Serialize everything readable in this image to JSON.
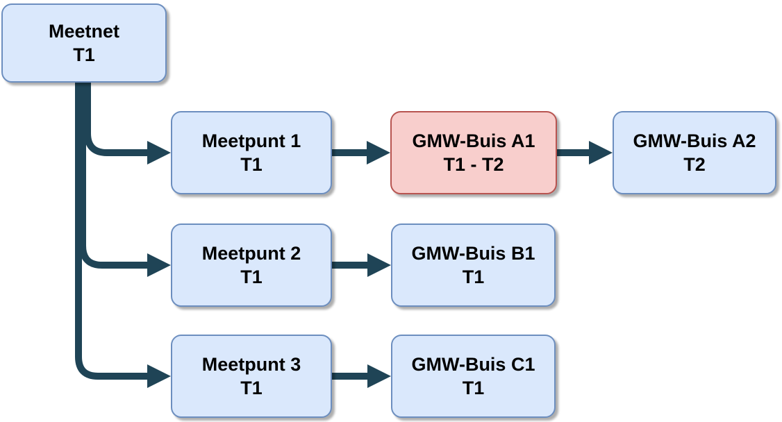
{
  "diagram": {
    "nodes": [
      {
        "id": "meetnet",
        "label": "Meetnet",
        "sublabel": "T1",
        "style": "blue"
      },
      {
        "id": "meetpunt-1",
        "label": "Meetpunt 1",
        "sublabel": "T1",
        "style": "blue"
      },
      {
        "id": "gmw-buis-a1",
        "label": "GMW-Buis A1",
        "sublabel": "T1 - T2",
        "style": "red"
      },
      {
        "id": "gmw-buis-a2",
        "label": "GMW-Buis A2",
        "sublabel": "T2",
        "style": "blue"
      },
      {
        "id": "meetpunt-2",
        "label": "Meetpunt 2",
        "sublabel": "T1",
        "style": "blue"
      },
      {
        "id": "gmw-buis-b1",
        "label": "GMW-Buis B1",
        "sublabel": "T1",
        "style": "blue"
      },
      {
        "id": "meetpunt-3",
        "label": "Meetpunt 3",
        "sublabel": "T1",
        "style": "blue"
      },
      {
        "id": "gmw-buis-c1",
        "label": "GMW-Buis C1",
        "sublabel": "T1",
        "style": "blue"
      }
    ],
    "edges": [
      {
        "from": "meetnet",
        "to": "meetpunt-1"
      },
      {
        "from": "meetnet",
        "to": "meetpunt-2"
      },
      {
        "from": "meetnet",
        "to": "meetpunt-3"
      },
      {
        "from": "meetpunt-1",
        "to": "gmw-buis-a1"
      },
      {
        "from": "gmw-buis-a1",
        "to": "gmw-buis-a2"
      },
      {
        "from": "meetpunt-2",
        "to": "gmw-buis-b1"
      },
      {
        "from": "meetpunt-3",
        "to": "gmw-buis-c1"
      }
    ],
    "colors": {
      "blue_fill": "#dae8fc",
      "blue_border": "#6c8ebf",
      "red_fill": "#f8cecc",
      "red_border": "#b85450",
      "connector": "#1f4456",
      "text": "#000000",
      "background": "#ffffff"
    }
  }
}
